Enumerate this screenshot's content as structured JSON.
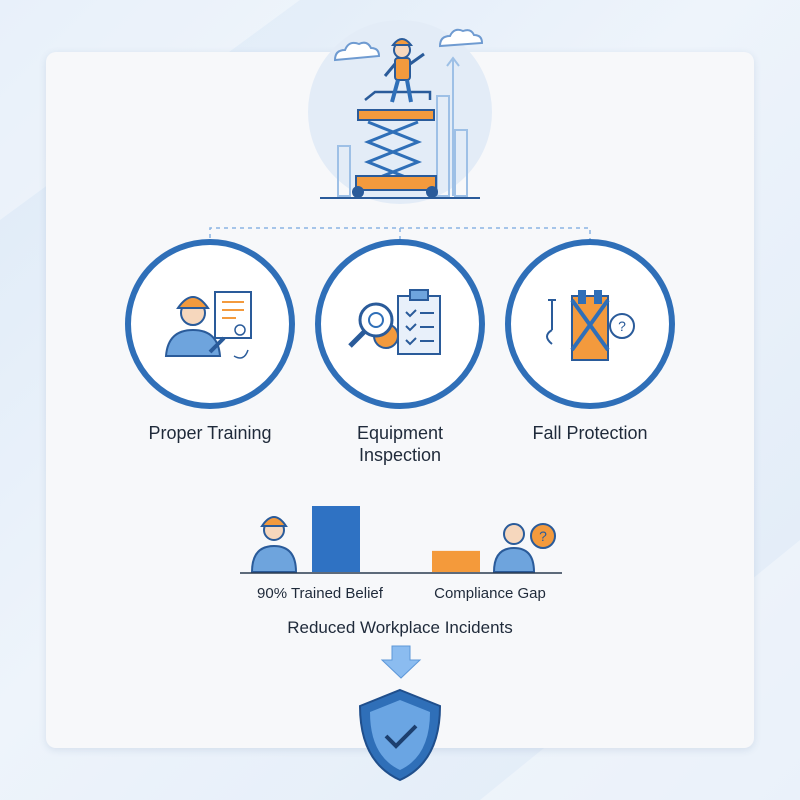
{
  "categories": {
    "training": "Proper Training",
    "inspection_line1": "Equipment",
    "inspection_line2": "Inspection",
    "fall_protection": "Fall Protection"
  },
  "chart_data": {
    "type": "bar",
    "categories": [
      "90% Trained Belief",
      "Compliance Gap"
    ],
    "values": [
      100,
      32
    ],
    "colors": [
      "#2f72c3",
      "#f49a3b"
    ]
  },
  "outcome": "Reduced Workplace Incidents",
  "colors": {
    "accent_blue": "#2f6fb8",
    "accent_orange": "#f39a3d",
    "light_blue": "#dfe9f6"
  },
  "icons": [
    "scissor-lift-worker-icon",
    "training-worker-icon",
    "inspection-gear-icon",
    "harness-icon",
    "shield-check-icon",
    "down-arrow-icon"
  ]
}
